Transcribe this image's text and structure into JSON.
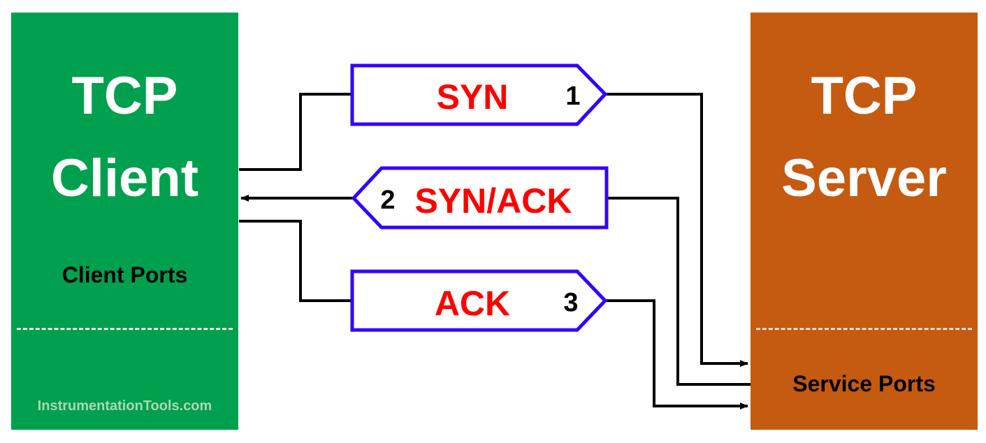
{
  "colors": {
    "client_fill": "#00a04e",
    "server_fill": "#c55a11",
    "message_border": "#3300ff",
    "message_text": "#ff0000",
    "connector": "#000000"
  },
  "client": {
    "title_line_1": "TCP",
    "title_line_2": "Client",
    "ports_label": "Client Ports",
    "watermark": "InstrumentationTools.com"
  },
  "server": {
    "title_line_1": "TCP",
    "title_line_2": "Server",
    "ports_label": "Service Ports"
  },
  "messages": [
    {
      "label": "SYN",
      "step": "1",
      "direction": "client-to-server"
    },
    {
      "label": "SYN/ACK",
      "step": "2",
      "direction": "server-to-client"
    },
    {
      "label": "ACK",
      "step": "3",
      "direction": "client-to-server"
    }
  ]
}
